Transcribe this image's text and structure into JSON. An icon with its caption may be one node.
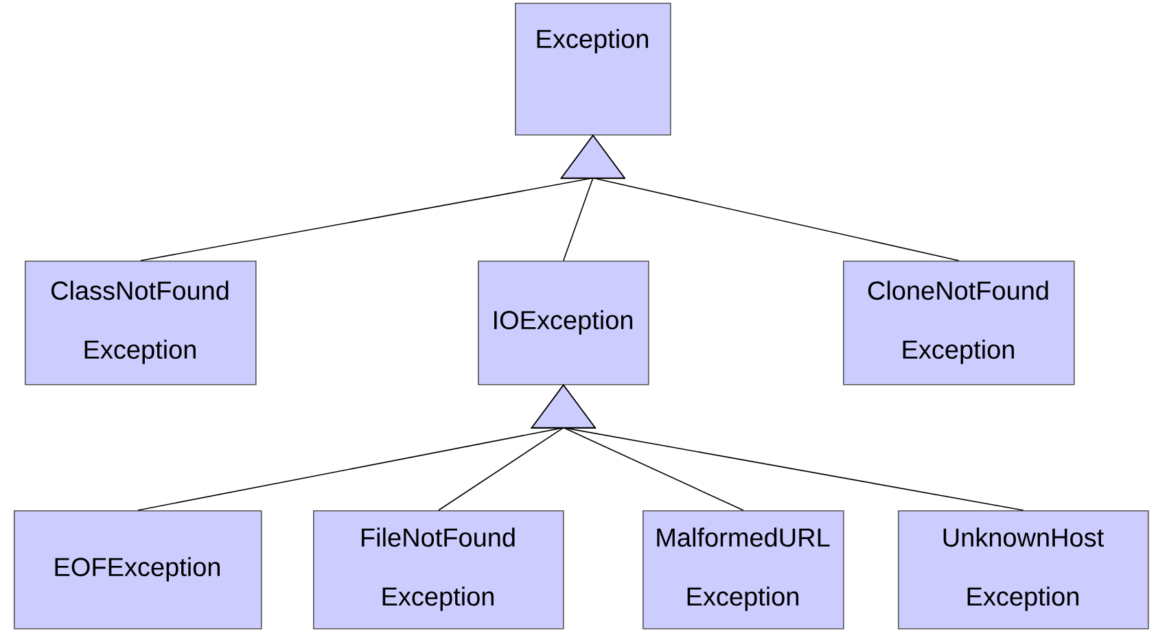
{
  "diagram": {
    "nodes": [
      {
        "text": [
          "Exception"
        ]
      },
      {
        "text": [
          "ClassNotFound Exception"
        ]
      },
      {
        "text": [
          "IOException"
        ]
      },
      {
        "text": [
          "CloneNotFound Exception"
        ]
      },
      {
        "text": [
          "EOFException"
        ]
      },
      {
        "text": [
          "FileNotFound Exception"
        ]
      },
      {
        "text": [
          "MalformedURL Exception"
        ]
      },
      {
        "text": [
          "UnknownHost Exception"
        ]
      }
    ],
    "edges": [
      {
        "from": 1,
        "to": 0,
        "arrow": "to"
      },
      {
        "from": 2,
        "to": 0,
        "arrow": "to"
      },
      {
        "from": 3,
        "to": 0,
        "arrow": "to"
      },
      {
        "from": 4,
        "to": 2,
        "arrow": "to"
      },
      {
        "from": 5,
        "to": 2,
        "arrow": "to"
      },
      {
        "from": 6,
        "to": 2,
        "arrow": "to"
      },
      {
        "from": 7,
        "to": 2,
        "arrow": "to"
      }
    ]
  }
}
